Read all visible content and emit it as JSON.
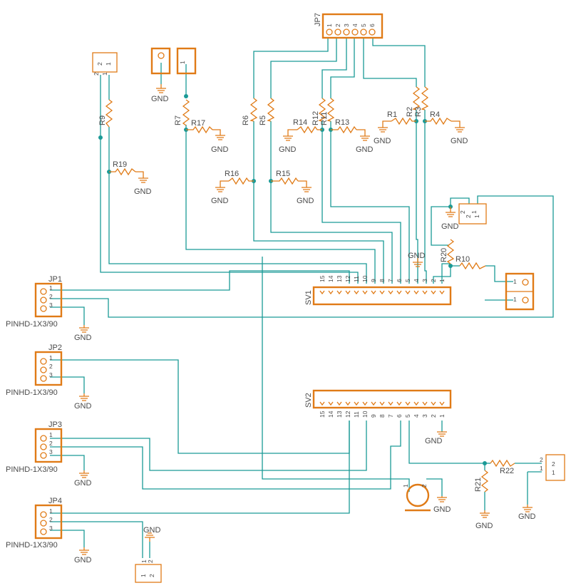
{
  "gnd": "GND",
  "headers": {
    "jp1": {
      "name": "JP1",
      "part": "PINHD-1X3/90",
      "pins": [
        "1",
        "2",
        "3"
      ]
    },
    "jp2": {
      "name": "JP2",
      "part": "PINHD-1X3/90",
      "pins": [
        "1",
        "2",
        "3"
      ]
    },
    "jp3": {
      "name": "JP3",
      "part": "PINHD-1X3/90",
      "pins": [
        "1",
        "2",
        "3"
      ]
    },
    "jp4": {
      "name": "JP4",
      "part": "PINHD-1X3/90",
      "pins": [
        "1",
        "2",
        "3"
      ]
    },
    "jp7": {
      "name": "JP7",
      "pins": [
        "1",
        "2",
        "3",
        "4",
        "5",
        "6"
      ]
    }
  },
  "connectors": {
    "sv1": {
      "name": "SV1",
      "pins": [
        "15",
        "14",
        "13",
        "12",
        "11",
        "10",
        "9",
        "8",
        "7",
        "6",
        "5",
        "4",
        "3",
        "2",
        "1"
      ]
    },
    "sv2": {
      "name": "SV2",
      "pins": [
        "15",
        "14",
        "13",
        "12",
        "11",
        "10",
        "9",
        "8",
        "7",
        "6",
        "5",
        "4",
        "3",
        "2",
        "1"
      ]
    }
  },
  "resistors": {
    "r1": "R1",
    "r2": "R2",
    "r3": "R3",
    "r4": "R4",
    "r5": "R5",
    "r6": "R6",
    "r7": "R7",
    "r9": "R9",
    "r10": "R10",
    "r11": "R11",
    "r12": "R12",
    "r13": "R13",
    "r14": "R14",
    "r15": "R15",
    "r16": "R16",
    "r17": "R17",
    "r19": "R19",
    "r20": "R20",
    "r21": "R21",
    "r22": "R22"
  },
  "small_pins": {
    "one": "1",
    "two": "2"
  }
}
